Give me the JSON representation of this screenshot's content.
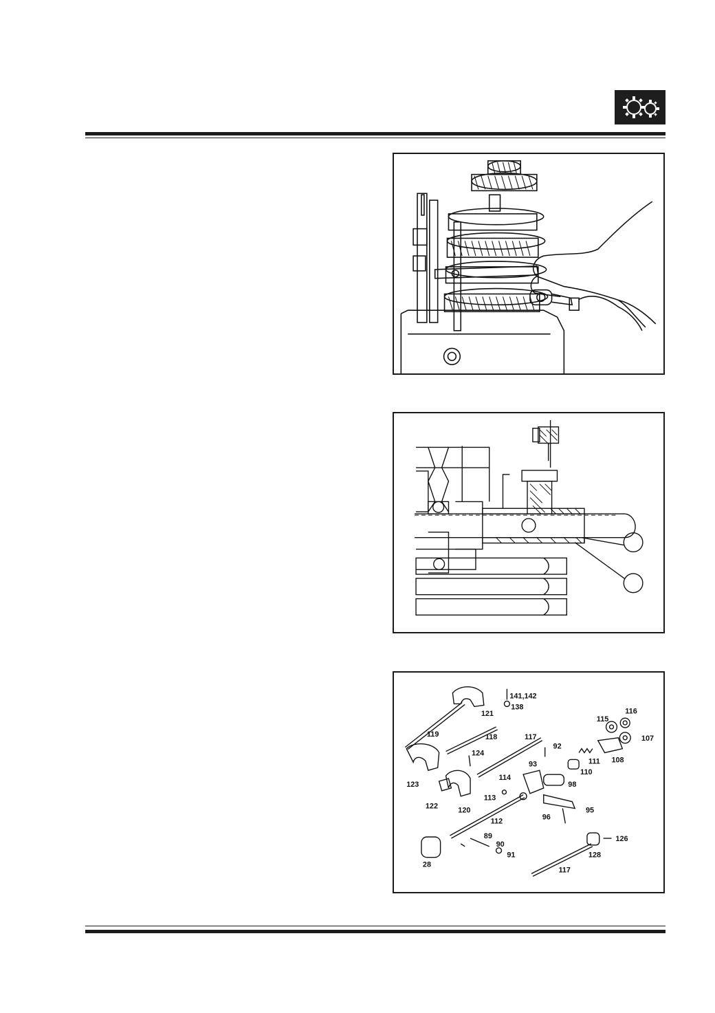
{
  "header": {
    "section_icon": "gearbox-gears-icon",
    "icon_color": "#1e1e1e"
  },
  "figures": {
    "fig1": {
      "subject": "gear-cluster-hand-tool"
    },
    "fig2": {
      "subject": "selector-shaft-cross-section"
    },
    "fig3": {
      "subject": "selector-mechanism-exploded-view",
      "labels": {
        "l141": "141,142",
        "l138": "138",
        "l121": "121",
        "l119": "119",
        "l118": "118",
        "l117a": "117",
        "l116": "116",
        "l115": "115",
        "l107": "107",
        "l92": "92",
        "l111": "111",
        "l108": "108",
        "l110": "110",
        "l124": "124",
        "l93": "93",
        "l98": "98",
        "l123": "123",
        "l114": "114",
        "l122": "122",
        "l113": "113",
        "l120": "120",
        "l95": "95",
        "l96": "96",
        "l112": "112",
        "l89": "89",
        "l126": "126",
        "l90": "90",
        "l91": "91",
        "l28": "28",
        "l128": "128",
        "l117b": "117"
      }
    }
  }
}
